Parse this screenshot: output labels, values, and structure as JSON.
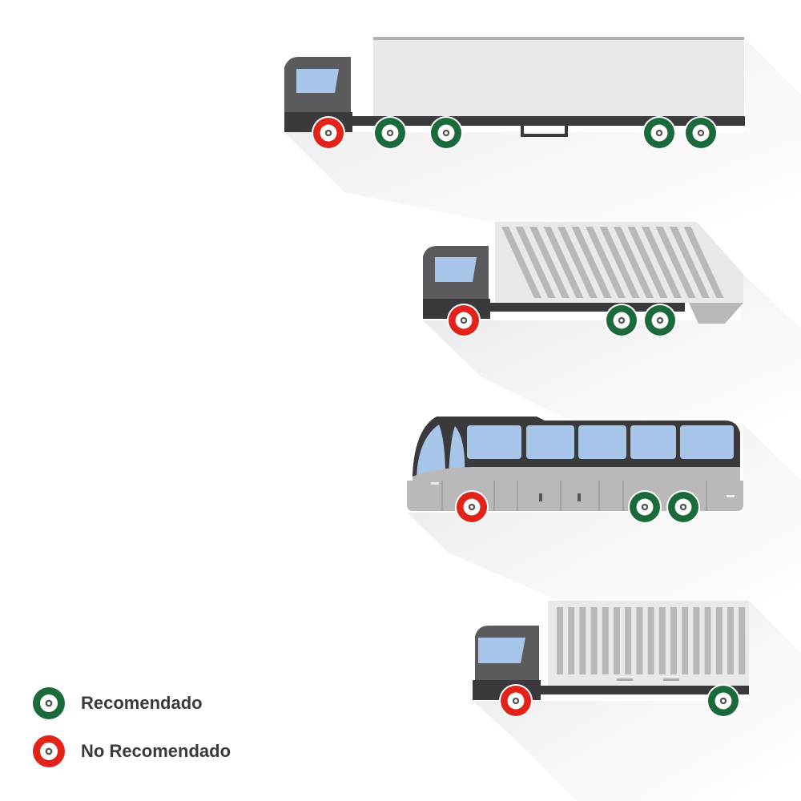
{
  "colors": {
    "recommended": "#1b6b3a",
    "not_recommended": "#e2231a",
    "cab": "#5b5b5d",
    "dark": "#3a3a3c",
    "window": "#a7c6ea",
    "trailer": "#e9e9e9",
    "container": "#b8b8b8",
    "bus_body": "#b9b9b9",
    "shadow": "#ececec"
  },
  "vehicles": [
    {
      "name": "semi-trailer-truck",
      "axles": [
        "not_recommended",
        "recommended",
        "recommended",
        "recommended",
        "recommended"
      ]
    },
    {
      "name": "dump-truck",
      "axles": [
        "not_recommended",
        "recommended",
        "recommended"
      ]
    },
    {
      "name": "coach-bus",
      "axles": [
        "not_recommended",
        "recommended",
        "recommended"
      ]
    },
    {
      "name": "box-truck",
      "axles": [
        "not_recommended",
        "recommended"
      ]
    }
  ],
  "legend": [
    {
      "status": "recommended",
      "label": "Recomendado"
    },
    {
      "status": "not_recommended",
      "label": "No Recomendado"
    }
  ]
}
